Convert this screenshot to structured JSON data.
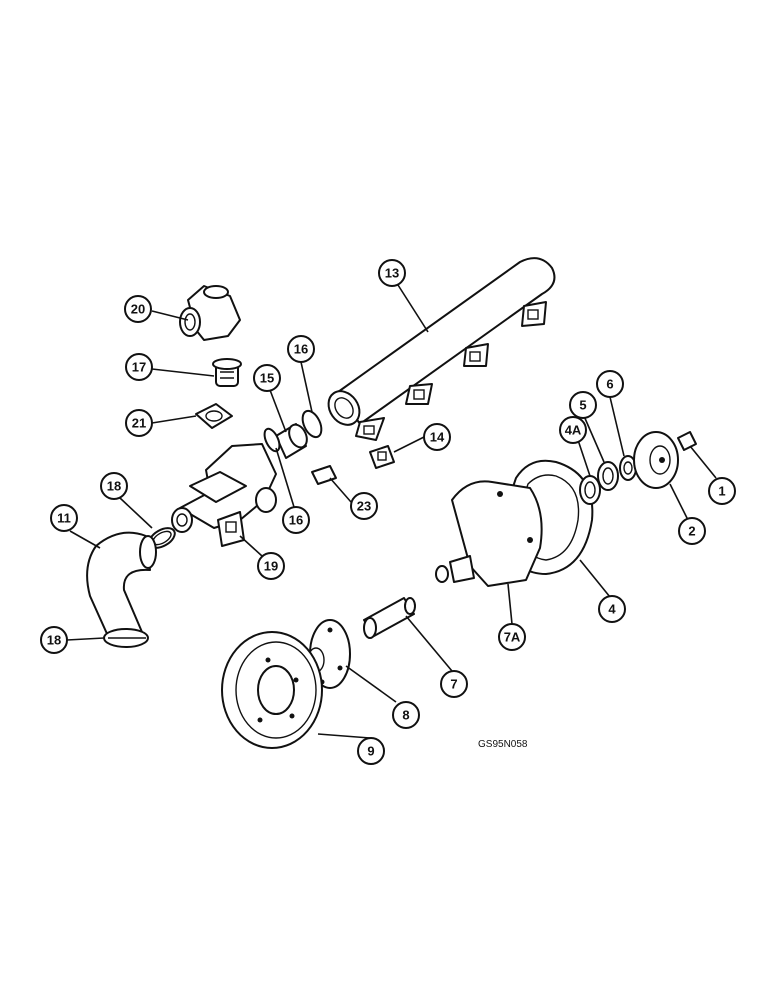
{
  "drawing_code": "GS95N058",
  "callouts": [
    "1",
    "2",
    "4",
    "4A",
    "5",
    "6",
    "7",
    "7A",
    "8",
    "9",
    "11",
    "13",
    "14",
    "15",
    "16",
    "16",
    "17",
    "18",
    "18",
    "19",
    "20",
    "21",
    "23"
  ],
  "colors": {
    "ink": "#111111",
    "paper": "#ffffff"
  }
}
